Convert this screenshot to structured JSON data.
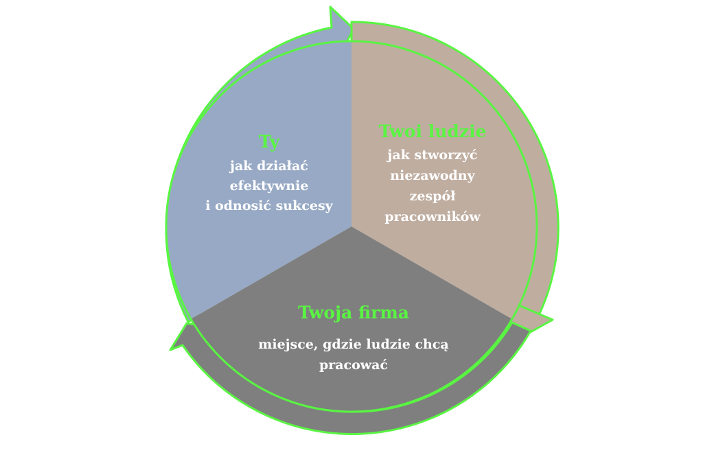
{
  "colors": {
    "segment_you": "#97a9c4",
    "segment_people": "#bfada0",
    "segment_company": "#7f7f7f",
    "outline": "#59f542",
    "title": "#59f542",
    "text": "#ffffff"
  },
  "segments": [
    {
      "key": "you",
      "title": "Ty",
      "lines": [
        "jak działać",
        "efektywnie",
        "i odnosić sukcesy"
      ]
    },
    {
      "key": "people",
      "title": "Twoi ludzie",
      "lines": [
        "jak stworzyć",
        "niezawodny",
        "zespół",
        "pracowników"
      ]
    },
    {
      "key": "company",
      "title": "Twoja firma",
      "lines": [
        "miejsce, gdzie ludzie chcą",
        "pracować"
      ]
    }
  ]
}
